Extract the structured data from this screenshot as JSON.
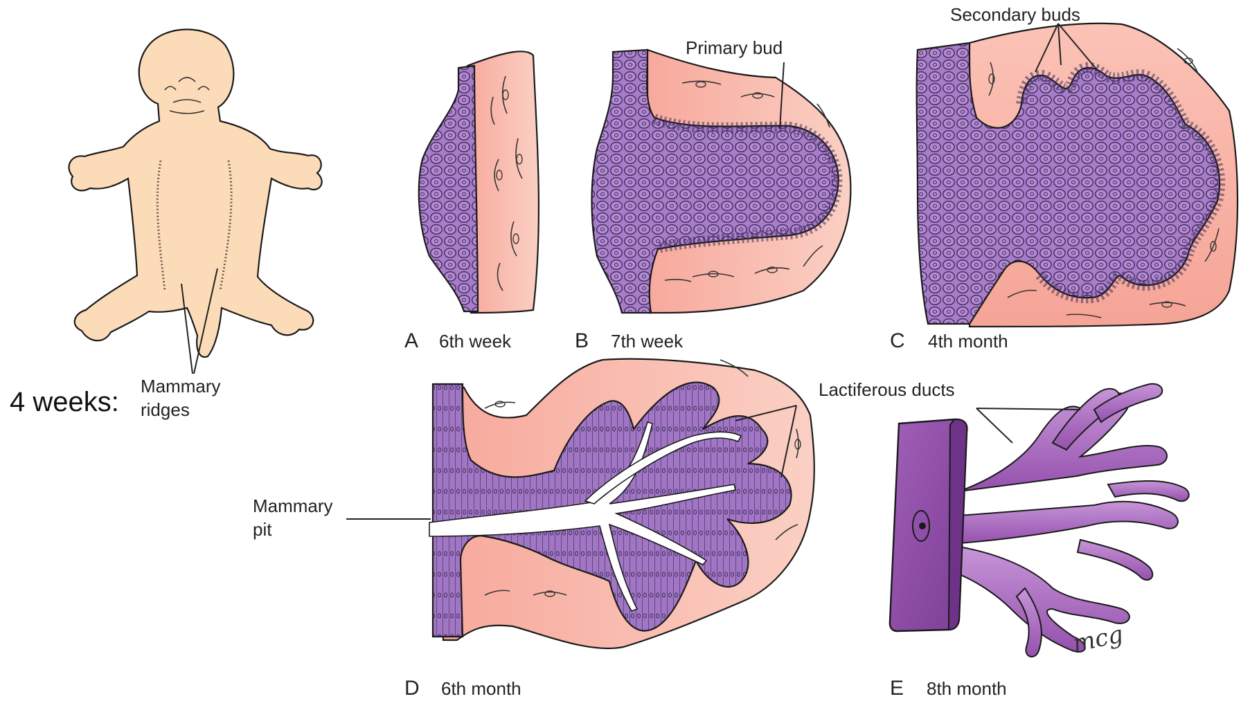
{
  "panels": {
    "embryo": {
      "age_label": "4 weeks:",
      "ridges_label_line1": "Mammary",
      "ridges_label_line2": "ridges"
    },
    "A": {
      "letter": "A",
      "stage": "6th week"
    },
    "B": {
      "letter": "B",
      "stage": "7th week",
      "callout": "Primary bud"
    },
    "C": {
      "letter": "C",
      "stage": "4th month",
      "callout": "Secondary buds"
    },
    "D": {
      "letter": "D",
      "stage": "6th month",
      "callout_line1": "Mammary",
      "callout_line2": "pit"
    },
    "E": {
      "letter": "E",
      "stage": "8th month"
    },
    "shared_callout": "Lactiferous ducts",
    "signature": "mcg"
  },
  "colors": {
    "embryo_skin": "#fcdcb8",
    "mesenchyme": "#f6b0a4",
    "epithelium": "#9e72c2",
    "ducts": "#a066b8"
  }
}
